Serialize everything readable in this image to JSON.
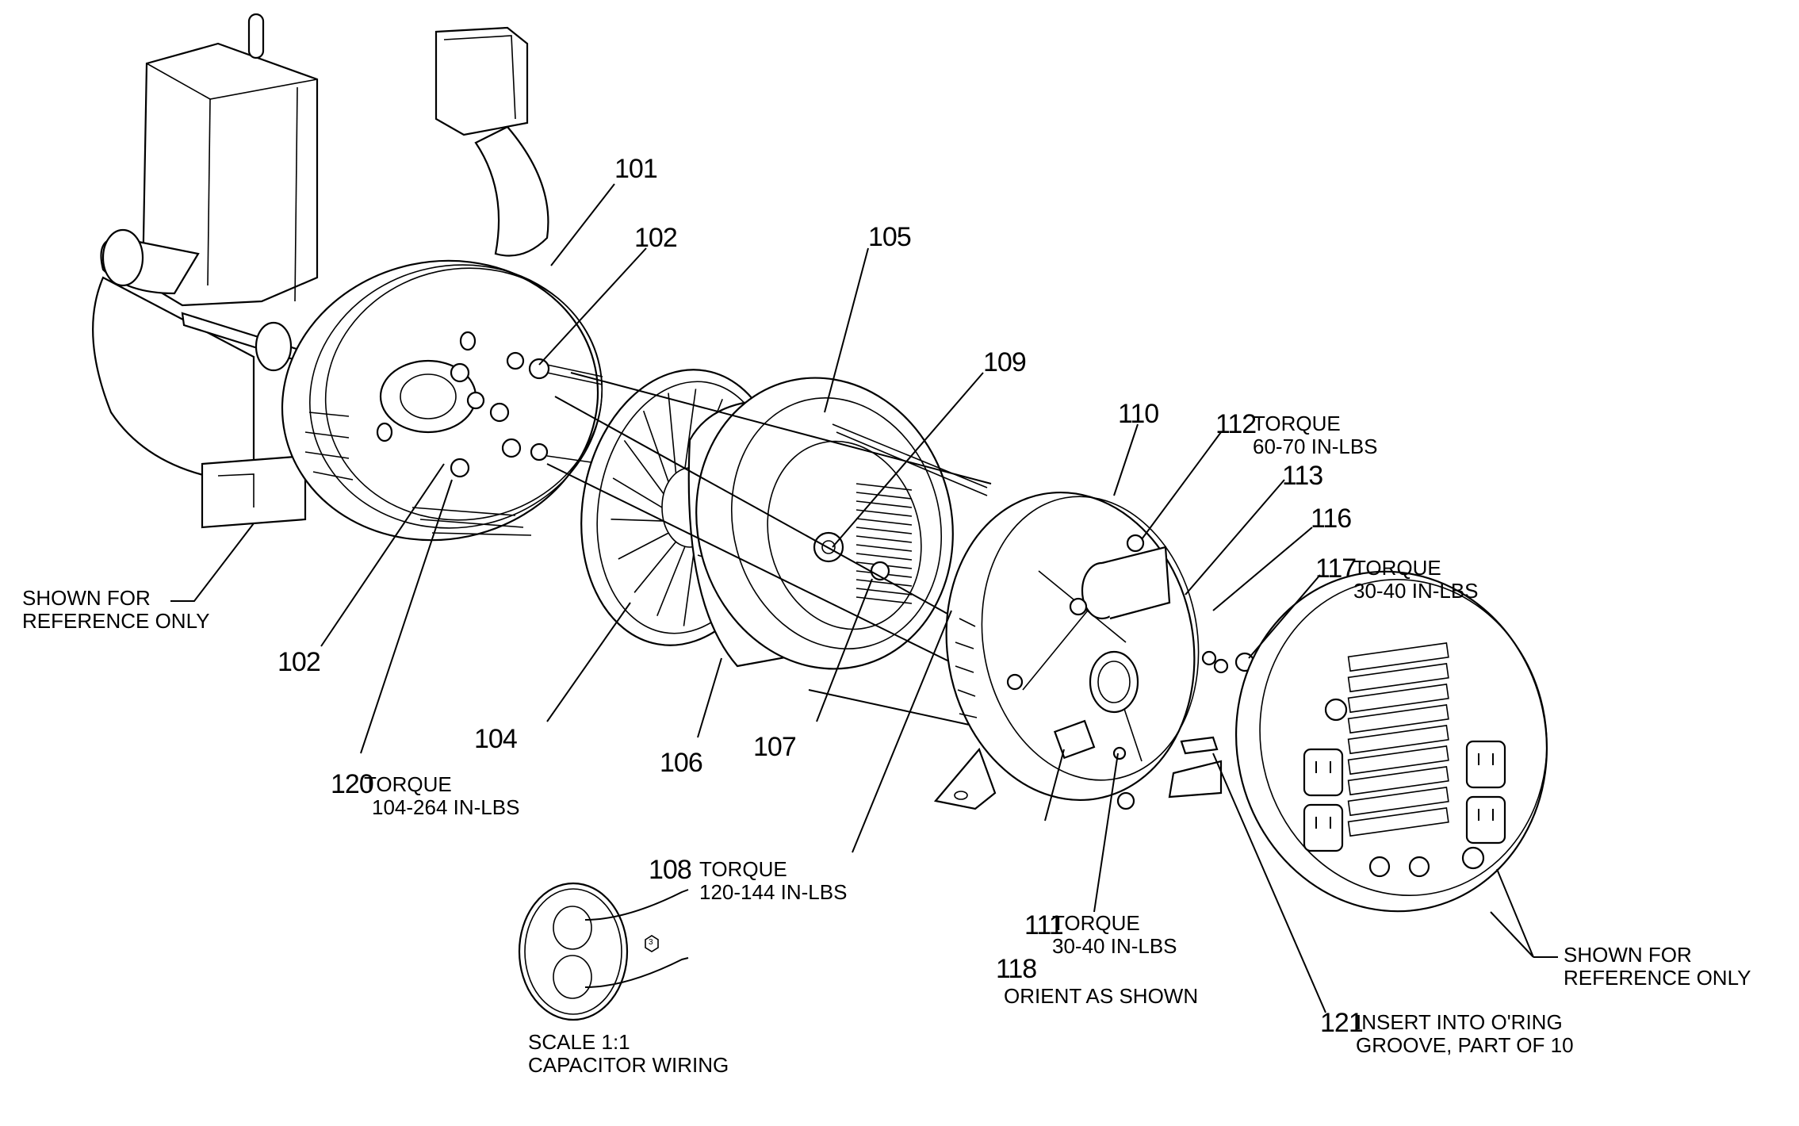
{
  "diagram": {
    "type": "exploded parts diagram",
    "subject": "generator alternator assembly"
  },
  "callouts": [
    {
      "id": "c101",
      "number": "101",
      "note": []
    },
    {
      "id": "c102a",
      "number": "102",
      "note": []
    },
    {
      "id": "c102b",
      "number": "102",
      "note": []
    },
    {
      "id": "c104",
      "number": "104",
      "note": []
    },
    {
      "id": "c105",
      "number": "105",
      "note": []
    },
    {
      "id": "c106",
      "number": "106",
      "note": []
    },
    {
      "id": "c107",
      "number": "107",
      "note": []
    },
    {
      "id": "c108",
      "number": "108",
      "note": [
        "TORQUE",
        "120-144 IN-LBS"
      ]
    },
    {
      "id": "c109",
      "number": "109",
      "note": []
    },
    {
      "id": "c110",
      "number": "110",
      "note": []
    },
    {
      "id": "c111",
      "number": "111",
      "note": [
        "TORQUE",
        "30-40 IN-LBS"
      ]
    },
    {
      "id": "c112",
      "number": "112",
      "note": [
        "TORQUE",
        "60-70 IN-LBS"
      ]
    },
    {
      "id": "c113",
      "number": "113",
      "note": []
    },
    {
      "id": "c116",
      "number": "116",
      "note": []
    },
    {
      "id": "c117",
      "number": "117",
      "note": [
        "TORQUE",
        "30-40 IN-LBS"
      ]
    },
    {
      "id": "c118",
      "number": "118",
      "note": [
        "ORIENT AS SHOWN"
      ]
    },
    {
      "id": "c120",
      "number": "120",
      "note": [
        "TORQUE",
        "104-264 IN-LBS"
      ]
    },
    {
      "id": "c121",
      "number": "121",
      "note": [
        "INSERT INTO O'RING",
        "GROOVE, PART OF 10"
      ]
    }
  ],
  "reference_notes": {
    "engine": [
      "SHOWN FOR",
      "REFERENCE ONLY"
    ],
    "panel": [
      "SHOWN FOR",
      "REFERENCE ONLY"
    ]
  },
  "detail": {
    "lines": [
      "SCALE 1:1",
      "CAPACITOR WIRING"
    ],
    "marker": "3"
  }
}
